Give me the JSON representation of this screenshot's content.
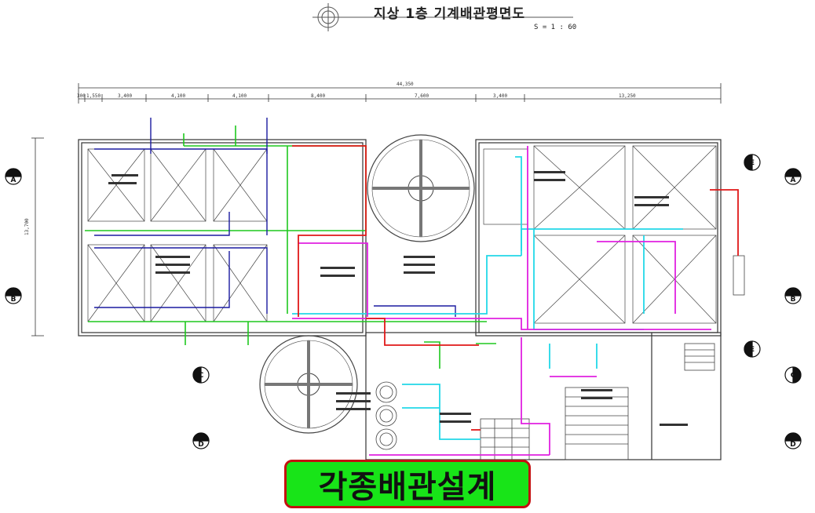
{
  "title": "지상 1층 기계배관평면도",
  "scale": "S = 1 : 60",
  "banner": "각종배관설계",
  "overall_dimension": "44,350",
  "dimensions": [
    "300",
    "1,550",
    "3,400",
    "4,100",
    "4,100",
    "8,400",
    "7,600",
    "3,400",
    "13,250"
  ],
  "side_dimension": "13,700",
  "grid_labels": {
    "left": [
      "A",
      "B",
      "C",
      "D"
    ],
    "right": [
      "E",
      "A",
      "B",
      "E",
      "C",
      "D"
    ]
  },
  "colors": {
    "drawing_line": "#333333",
    "pipe_green": "#1ec81e",
    "pipe_blue": "#1a1aa0",
    "pipe_cyan": "#22d8e8",
    "pipe_magenta": "#e020e0",
    "pipe_red": "#e01818",
    "banner_fill": "#18e418",
    "banner_border": "#c41010"
  }
}
